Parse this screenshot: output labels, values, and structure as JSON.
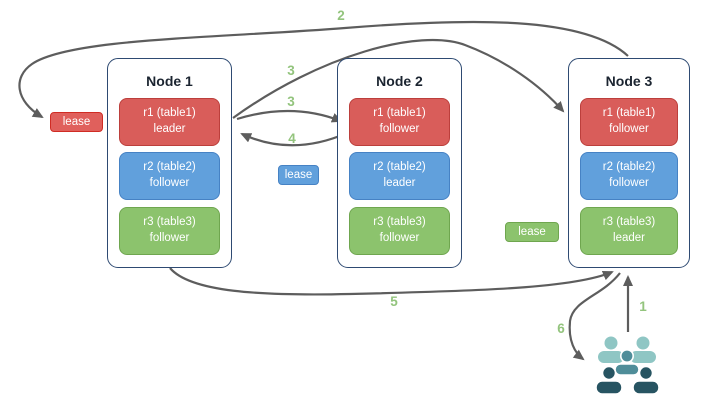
{
  "diagram": {
    "nodes": [
      {
        "title": "Node 1",
        "replicas": [
          {
            "name": "r1 (table1)",
            "role": "leader",
            "color": "red"
          },
          {
            "name": "r2 (table2)",
            "role": "follower",
            "color": "blue"
          },
          {
            "name": "r3 (table3)",
            "role": "follower",
            "color": "green"
          }
        ]
      },
      {
        "title": "Node 2",
        "replicas": [
          {
            "name": "r1 (table1)",
            "role": "follower",
            "color": "red"
          },
          {
            "name": "r2 (table2)",
            "role": "leader",
            "color": "blue"
          },
          {
            "name": "r3 (table3)",
            "role": "follower",
            "color": "green"
          }
        ]
      },
      {
        "title": "Node 3",
        "replicas": [
          {
            "name": "r1 (table1)",
            "role": "follower",
            "color": "red"
          },
          {
            "name": "r2 (table2)",
            "role": "follower",
            "color": "blue"
          },
          {
            "name": "r3 (table3)",
            "role": "leader",
            "color": "green"
          }
        ]
      }
    ],
    "leases": [
      {
        "label": "lease",
        "color": "red"
      },
      {
        "label": "lease",
        "color": "blue"
      },
      {
        "label": "lease",
        "color": "green"
      }
    ],
    "steps": {
      "s1": "1",
      "s2": "2",
      "s3a": "3",
      "s3b": "3",
      "s4": "4",
      "s5": "5",
      "s6": "6"
    },
    "users_icon": "users-icon"
  },
  "colors": {
    "red_fill": "#d95d5a",
    "red_border": "#bc3f3c",
    "blue_fill": "#61a0dc",
    "blue_border": "#4682c4",
    "green_fill": "#8cc36d",
    "green_border": "#6fa64f",
    "node_border": "#2e4a72",
    "arrow": "#5d5d5d",
    "step_label": "#93c47d",
    "lease_red_border": "#d02c24",
    "users_back": "#8fc6c4",
    "users_middle": "#4f8d99",
    "users_front": "#275462"
  }
}
